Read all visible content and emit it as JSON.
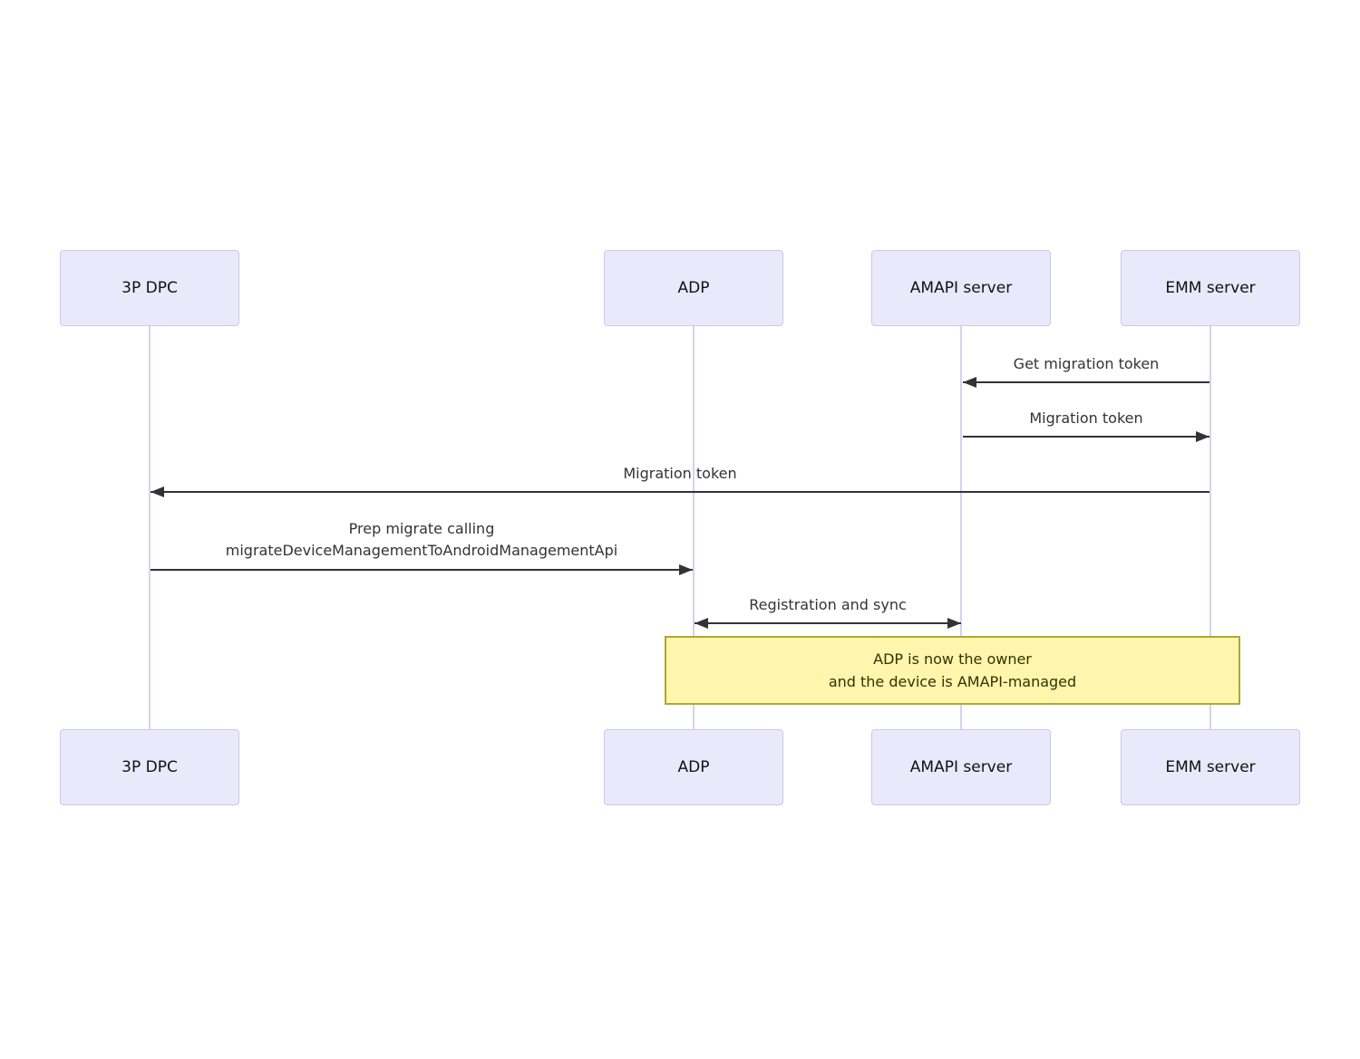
{
  "diagram": {
    "type": "sequence",
    "actors": [
      {
        "label": "3P DPC"
      },
      {
        "label": "ADP"
      },
      {
        "label": "AMAPI server"
      },
      {
        "label": "EMM server"
      }
    ],
    "messages": [
      {
        "label": "Get migration token",
        "from": "EMM server",
        "to": "AMAPI server",
        "arrow": "left"
      },
      {
        "label": "Migration token",
        "from": "AMAPI server",
        "to": "EMM server",
        "arrow": "right"
      },
      {
        "label": "Migration token",
        "from": "EMM server",
        "to": "3P DPC",
        "arrow": "left"
      },
      {
        "label_line1": "Prep migrate calling",
        "label_line2": "migrateDeviceManagementToAndroidManagementApi",
        "from": "3P DPC",
        "to": "ADP",
        "arrow": "right"
      },
      {
        "label": "Registration and sync",
        "from": "ADP",
        "to": "AMAPI server",
        "arrow": "both"
      }
    ],
    "note": {
      "line1": "ADP is now the owner",
      "line2": "and the device is AMAPI-managed",
      "spans": "ADP to EMM server"
    },
    "colors": {
      "background": "#ffffff",
      "actor_fill": "#e9e9fb",
      "actor_border": "#cfc6e8",
      "lifeline": "#d8d0ee",
      "arrow": "#333333",
      "message_text": "#333333",
      "note_fill": "#fff5ad",
      "note_border": "#aaaa33"
    }
  }
}
